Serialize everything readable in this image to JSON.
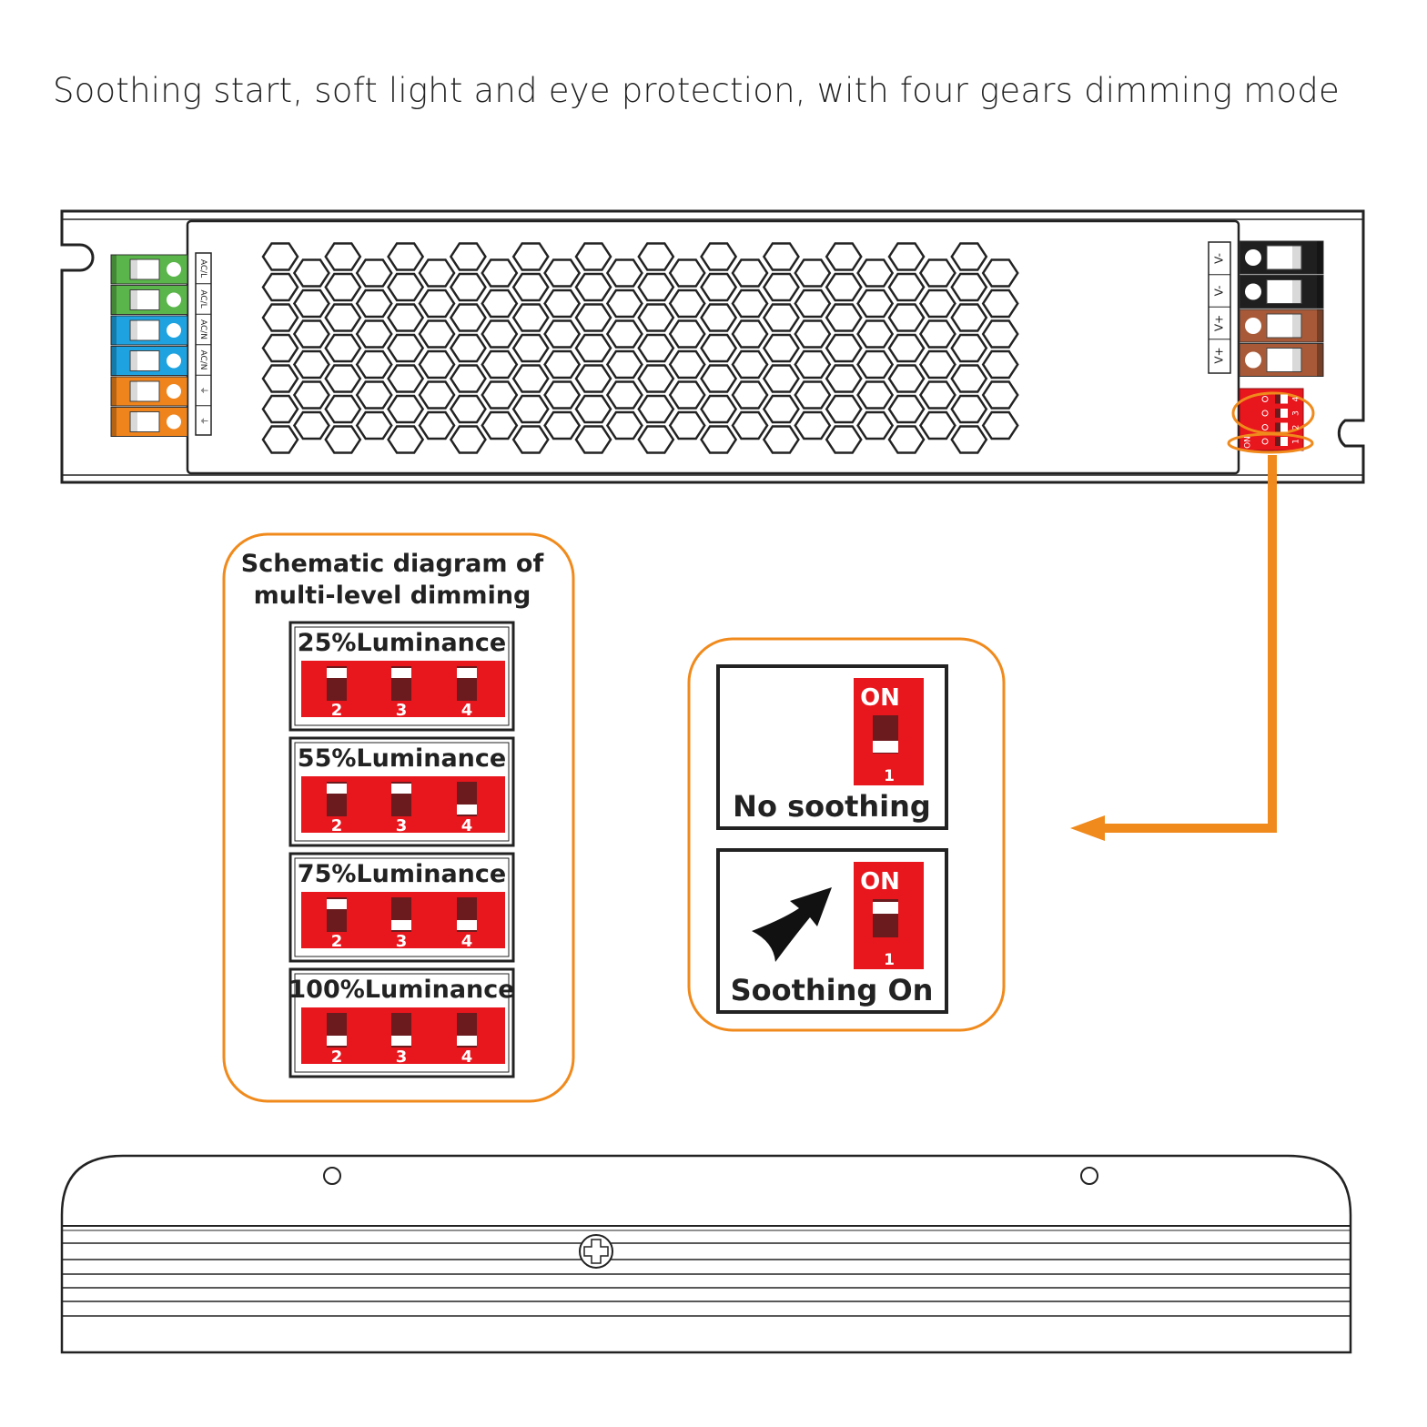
{
  "title": "Soothing start, soft light and eye protection, with four gears dimming mode",
  "colors": {
    "accent_orange": "#f08a1c",
    "switch_red": "#e8161d",
    "switch_dark": "#6b1a1d",
    "terminal_green": "#5ab54a",
    "terminal_blue": "#1ea3e0",
    "terminal_orange": "#f0841c",
    "terminal_black": "#1f1f1f",
    "terminal_brown": "#a85a38",
    "outline": "#222222"
  },
  "input_terminals": {
    "labels": [
      "AC/L",
      "AC/L",
      "AC/N",
      "AC/N",
      "⏚",
      "⏚"
    ],
    "colors": [
      "green",
      "green",
      "blue",
      "blue",
      "orange",
      "orange"
    ]
  },
  "output_terminals": {
    "labels": [
      "V-",
      "V-",
      "V+",
      "V+"
    ],
    "colors": [
      "black",
      "black",
      "brown",
      "brown"
    ]
  },
  "dip_switch": {
    "on_label": "ON",
    "numbers": [
      "1",
      "2",
      "3",
      "4"
    ]
  },
  "dimming_panel": {
    "title_line1": "Schematic diagram of",
    "title_line2": "multi-level dimming",
    "switch_numbers": [
      "2",
      "3",
      "4"
    ],
    "levels": [
      {
        "label": "25%Luminance",
        "on": [
          true,
          true,
          true
        ]
      },
      {
        "label": "55%Luminance",
        "on": [
          true,
          true,
          false
        ]
      },
      {
        "label": "75%Luminance",
        "on": [
          true,
          false,
          false
        ]
      },
      {
        "label": "100%Luminance",
        "on": [
          false,
          false,
          false
        ]
      }
    ]
  },
  "soothing_panel": {
    "modes": [
      {
        "label": "No soothing",
        "on_label": "ON",
        "number": "1",
        "on": false,
        "arrow": false
      },
      {
        "label": "Soothing On",
        "on_label": "ON",
        "number": "1",
        "on": true,
        "arrow": true
      }
    ]
  }
}
